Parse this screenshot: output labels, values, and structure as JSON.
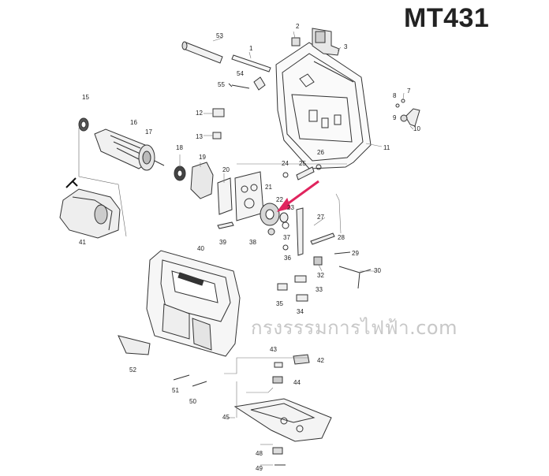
{
  "model": "MT431",
  "watermark": "กรงรรรมการไฟฟ้า.com",
  "arrow_color": "#e0245e",
  "parts": [
    {
      "n": "1"
    },
    {
      "n": "2"
    },
    {
      "n": "3"
    },
    {
      "n": "7"
    },
    {
      "n": "8"
    },
    {
      "n": "9"
    },
    {
      "n": "10"
    },
    {
      "n": "11"
    },
    {
      "n": "12"
    },
    {
      "n": "13"
    },
    {
      "n": "15"
    },
    {
      "n": "16"
    },
    {
      "n": "17"
    },
    {
      "n": "18"
    },
    {
      "n": "19"
    },
    {
      "n": "20"
    },
    {
      "n": "21"
    },
    {
      "n": "22"
    },
    {
      "n": "23"
    },
    {
      "n": "24"
    },
    {
      "n": "25"
    },
    {
      "n": "26"
    },
    {
      "n": "27"
    },
    {
      "n": "28"
    },
    {
      "n": "29"
    },
    {
      "n": "30"
    },
    {
      "n": "32"
    },
    {
      "n": "33"
    },
    {
      "n": "34"
    },
    {
      "n": "35"
    },
    {
      "n": "36"
    },
    {
      "n": "37"
    },
    {
      "n": "38"
    },
    {
      "n": "39"
    },
    {
      "n": "40"
    },
    {
      "n": "41"
    },
    {
      "n": "42"
    },
    {
      "n": "43"
    },
    {
      "n": "44"
    },
    {
      "n": "45"
    },
    {
      "n": "48"
    },
    {
      "n": "49"
    },
    {
      "n": "50"
    },
    {
      "n": "51"
    },
    {
      "n": "52"
    },
    {
      "n": "53"
    },
    {
      "n": "54"
    },
    {
      "n": "55"
    }
  ]
}
